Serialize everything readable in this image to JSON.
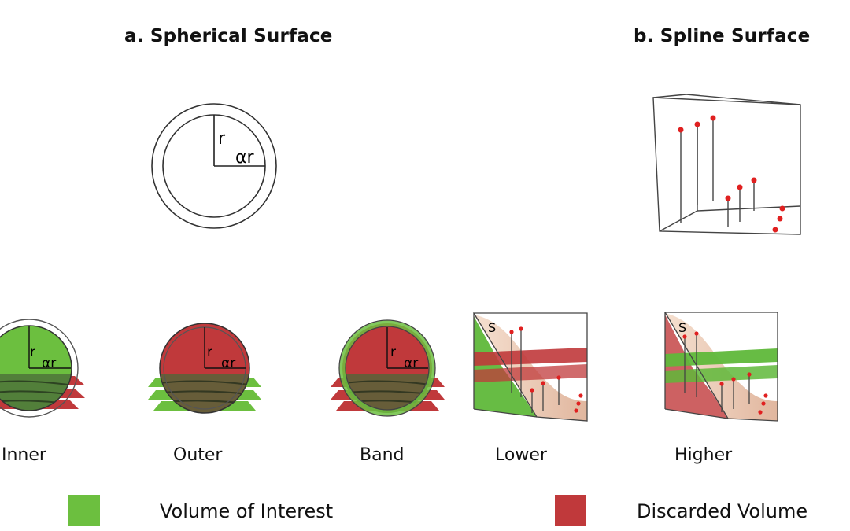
{
  "titles": {
    "spherical": "a. Spherical Surface",
    "spline": "b. Spline Surface"
  },
  "diagram_labels": {
    "radius": "r",
    "alpha_radius": "αr",
    "spline_s": "S"
  },
  "panels": {
    "inner": "Inner",
    "outer": "Outer",
    "band": "Band",
    "lower": "Lower",
    "higher": "Higher"
  },
  "legend": {
    "interest": {
      "label": "Volume of Interest",
      "color": "#6cbf3f"
    },
    "discarded": {
      "label": "Discarded Volume",
      "color": "#c0393b"
    }
  },
  "colors": {
    "green": "#6cbf3f",
    "red": "#c0393b",
    "dark_green": "#4f8a3a",
    "dark_red": "#9e2f2f",
    "peach": "#e8bfa0",
    "point_red": "#e02020"
  }
}
